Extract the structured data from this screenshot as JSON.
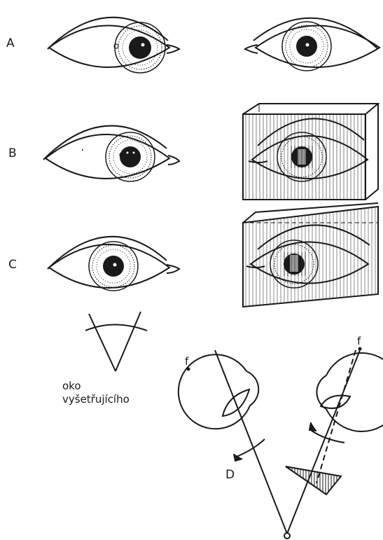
{
  "labels": {
    "row_a": "A",
    "row_b": "B",
    "row_c": "C",
    "panel_d": "D",
    "focus_left": "f",
    "focus_right": "f",
    "examiner_eye_line1": "oko",
    "examiner_eye_line2": "vyšetřujícího"
  },
  "colors": {
    "ink": "#1a1a1a",
    "paper": "#ffffff"
  }
}
